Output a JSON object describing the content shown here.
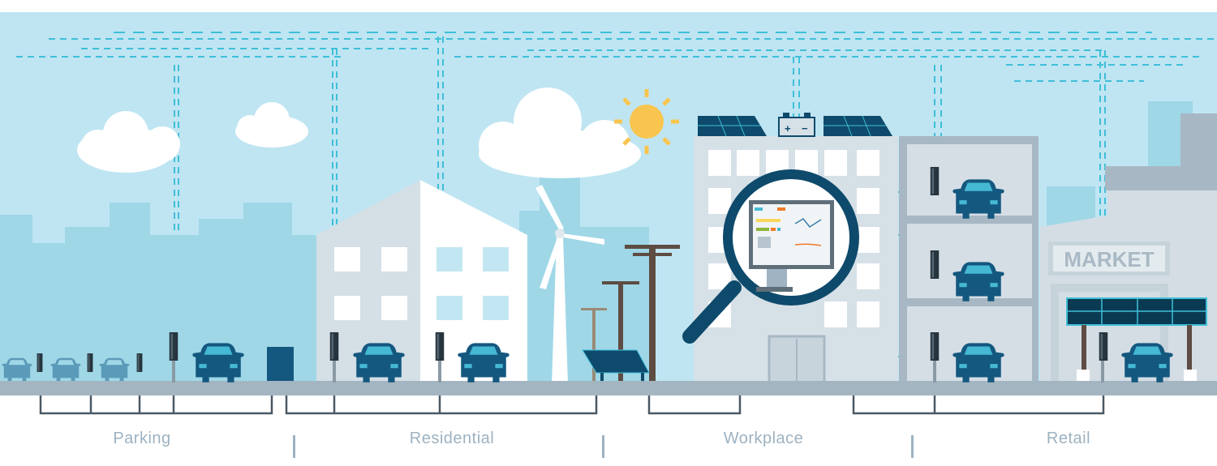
{
  "segments": [
    {
      "label": "Parking"
    },
    {
      "label": "Residential"
    },
    {
      "label": "Workplace"
    },
    {
      "label": "Retail"
    }
  ],
  "market_sign": "MARKET",
  "battery_signs": {
    "plus": "+",
    "minus": "−"
  },
  "colors": {
    "sky": "#bfe5f2",
    "skyline": "#9fd7e7",
    "ground": "#a3b5c1",
    "car_body": "#14587f",
    "car_window": "#45b8d3",
    "dashed_line": "#3fbfd8",
    "label": "#9db2c1",
    "dark_blue": "#0e4a6b",
    "sun": "#f9c54e"
  }
}
